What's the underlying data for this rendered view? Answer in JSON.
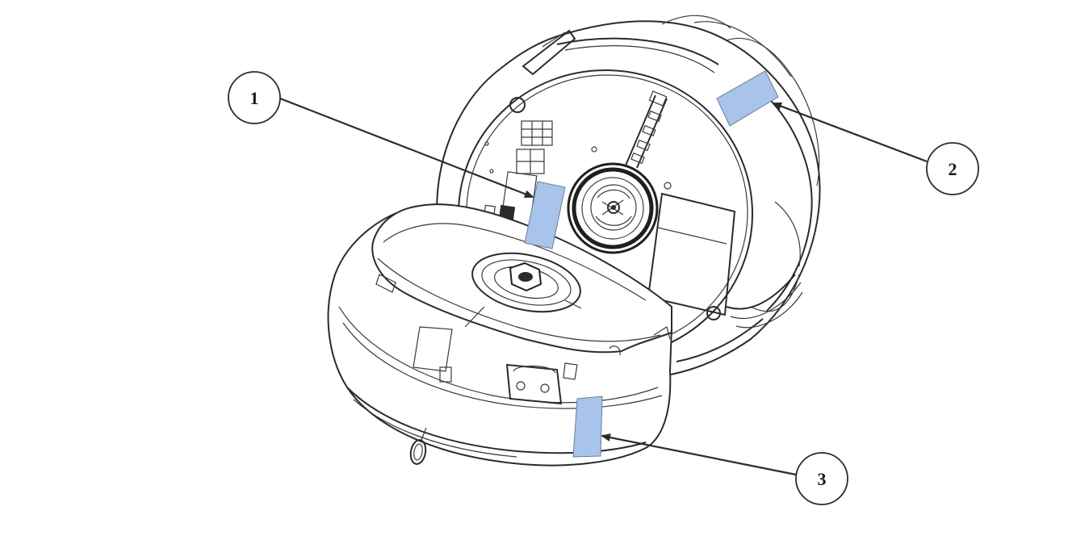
{
  "colors": {
    "label_fill": "#a9c4ea",
    "line": "#2b2b2b",
    "background": "#ffffff"
  },
  "callouts": [
    {
      "id": "callout-1",
      "label": "1"
    },
    {
      "id": "callout-2",
      "label": "2"
    },
    {
      "id": "callout-3",
      "label": "3"
    }
  ],
  "labels": [
    {
      "id": "label-1",
      "icon": "label-sticker"
    },
    {
      "id": "label-2",
      "icon": "label-sticker"
    },
    {
      "id": "label-3",
      "icon": "label-sticker"
    }
  ]
}
